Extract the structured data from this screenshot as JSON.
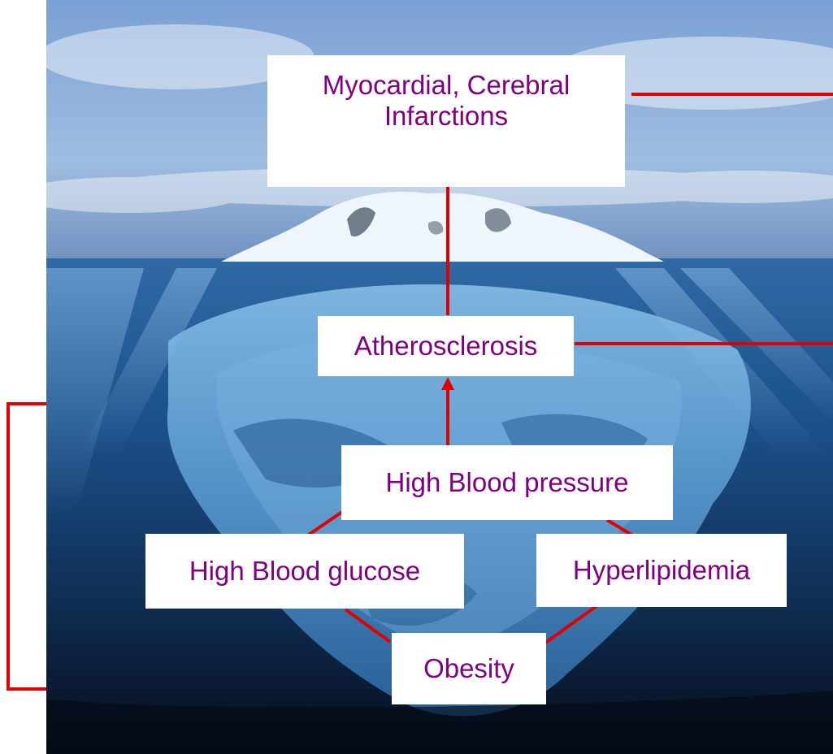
{
  "diagram": {
    "nodes": {
      "infarctions": "Myocardial, Cerebral Infarctions",
      "atherosclerosis": "Atherosclerosis",
      "high_blood_pressure": "High Blood pressure",
      "high_blood_glucose": "High Blood glucose",
      "hyperlipidemia": "Hyperlipidemia",
      "obesity": "Obesity"
    },
    "colors": {
      "label_text": "#800080",
      "label_background": "#ffffff",
      "connector": "#e00000",
      "sky": "#6f95c8",
      "sea": "#1d4f86",
      "deep_sea": "#0b1a2e"
    }
  }
}
